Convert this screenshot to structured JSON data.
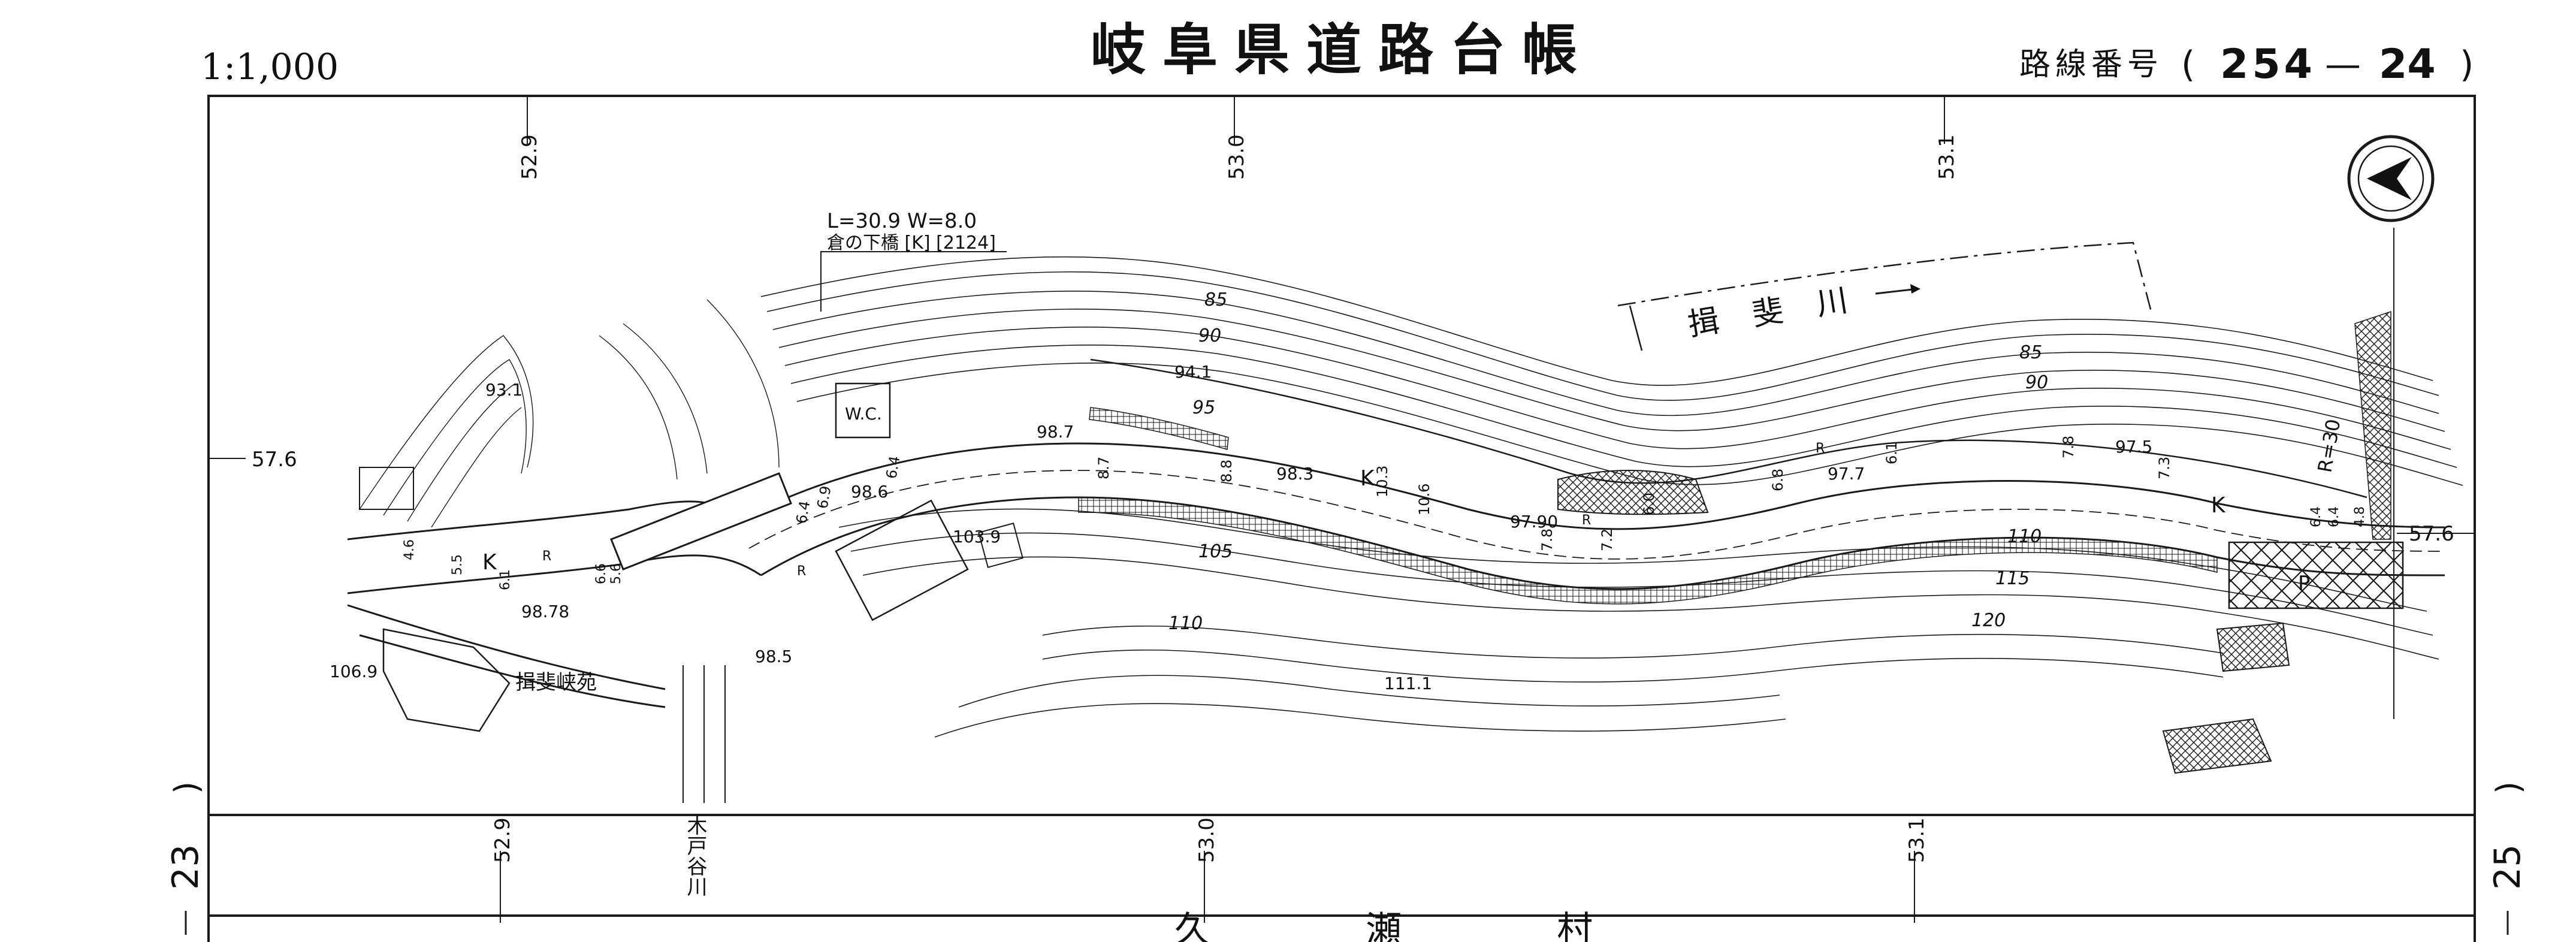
{
  "header": {
    "scale": "1:1,000",
    "title": "岐阜県道路台帳",
    "route_label": "路線番号",
    "route_open": "(",
    "route_number": "254",
    "route_dash": "—",
    "route_sheet": "24",
    "route_close": ")"
  },
  "grid": {
    "top_ticks": [
      "52.9",
      "53.0",
      "53.1"
    ],
    "bottom_ticks": [
      "52.9",
      "53.0",
      "53.1"
    ],
    "left_tick": "57.6",
    "right_tick": "57.6"
  },
  "side_refs": {
    "left_number": "23",
    "left_paren": ")",
    "right_number": "25",
    "right_paren": ")"
  },
  "bridge": {
    "dimensions": "L=30.9 W=8.0",
    "name": "倉の下橋 [K] [2124]"
  },
  "places": {
    "river": "揖 斐 川",
    "creek": "木戸谷川",
    "facility": "揖斐峡苑",
    "toilet": "W.C.",
    "village": "久 瀬 村"
  },
  "north_arrow": {
    "icon": "north-arrow-icon"
  },
  "curve": {
    "radius": "R=30"
  },
  "contours": [
    "85",
    "90",
    "95",
    "85",
    "90",
    "105",
    "110",
    "110",
    "115",
    "120"
  ],
  "elevations": [
    "93.1",
    "94.1",
    "98.7",
    "98.3",
    "98.6",
    "103.9",
    "98.78",
    "98.5",
    "106.9",
    "111.1",
    "97.90",
    "97.7",
    "97.5"
  ],
  "widths": [
    "6.4",
    "6.9",
    "6.4",
    "8.7",
    "8.8",
    "10.3",
    "10.6",
    "7.8",
    "7.2",
    "6.0",
    "6.8",
    "6.1",
    "7.8",
    "7.3",
    "6.4",
    "6.4",
    "4.8",
    "4.6",
    "5.5",
    "6.1",
    "6.6",
    "5.6"
  ],
  "symbols": {
    "road_k": "K",
    "road_r": "R",
    "parking": "P"
  }
}
